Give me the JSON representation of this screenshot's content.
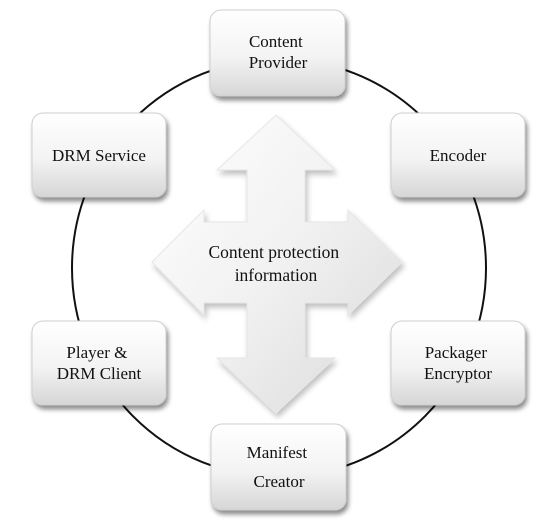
{
  "diagram": {
    "center": {
      "lines": [
        "Content protection",
        "information"
      ]
    },
    "nodes": [
      {
        "id": "content-provider",
        "lines": [
          "Content",
          "Provider"
        ]
      },
      {
        "id": "encoder",
        "lines": [
          "Encoder"
        ]
      },
      {
        "id": "packager-encryptor",
        "lines": [
          "Packager",
          "Encryptor"
        ]
      },
      {
        "id": "manifest-creator",
        "lines": [
          "Manifest",
          "Creator"
        ]
      },
      {
        "id": "player-drm-client",
        "lines": [
          "Player &",
          "DRM Client"
        ]
      },
      {
        "id": "drm-service",
        "lines": [
          "DRM Service"
        ]
      }
    ]
  }
}
